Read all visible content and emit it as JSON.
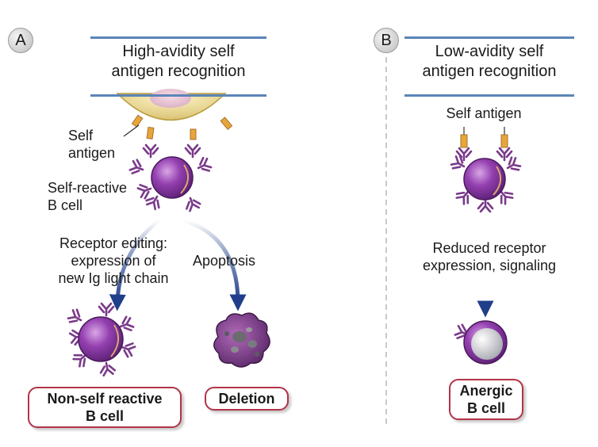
{
  "panel_a": {
    "letter": "A",
    "title": "High-avidity self\nantigen recognition",
    "self_antigen_label": "Self\nantigen",
    "b_cell_label": "Self-reactive\nB cell",
    "editing_label": "Receptor editing:\nexpression of\nnew Ig light chain",
    "apoptosis_label": "Apoptosis",
    "outcome_nonself": "Non-self reactive\nB cell",
    "outcome_deletion": "Deletion"
  },
  "panel_b": {
    "letter": "B",
    "title": "Low-avidity self\nantigen recognition",
    "self_antigen_label": "Self antigen",
    "reduced_label": "Reduced receptor\nexpression, signaling",
    "outcome_anergic": "Anergic\nB cell"
  },
  "colors": {
    "title_rule": "#5c84b8",
    "outcome_border": "#b33347",
    "cell_purple": "#8a3aa3",
    "receptor_purple": "#7a3a8a",
    "antigen_orange": "#e7a63a",
    "arrow_blue": "#1f3f8a",
    "presenting_cell_yellow": "#e8d480"
  }
}
